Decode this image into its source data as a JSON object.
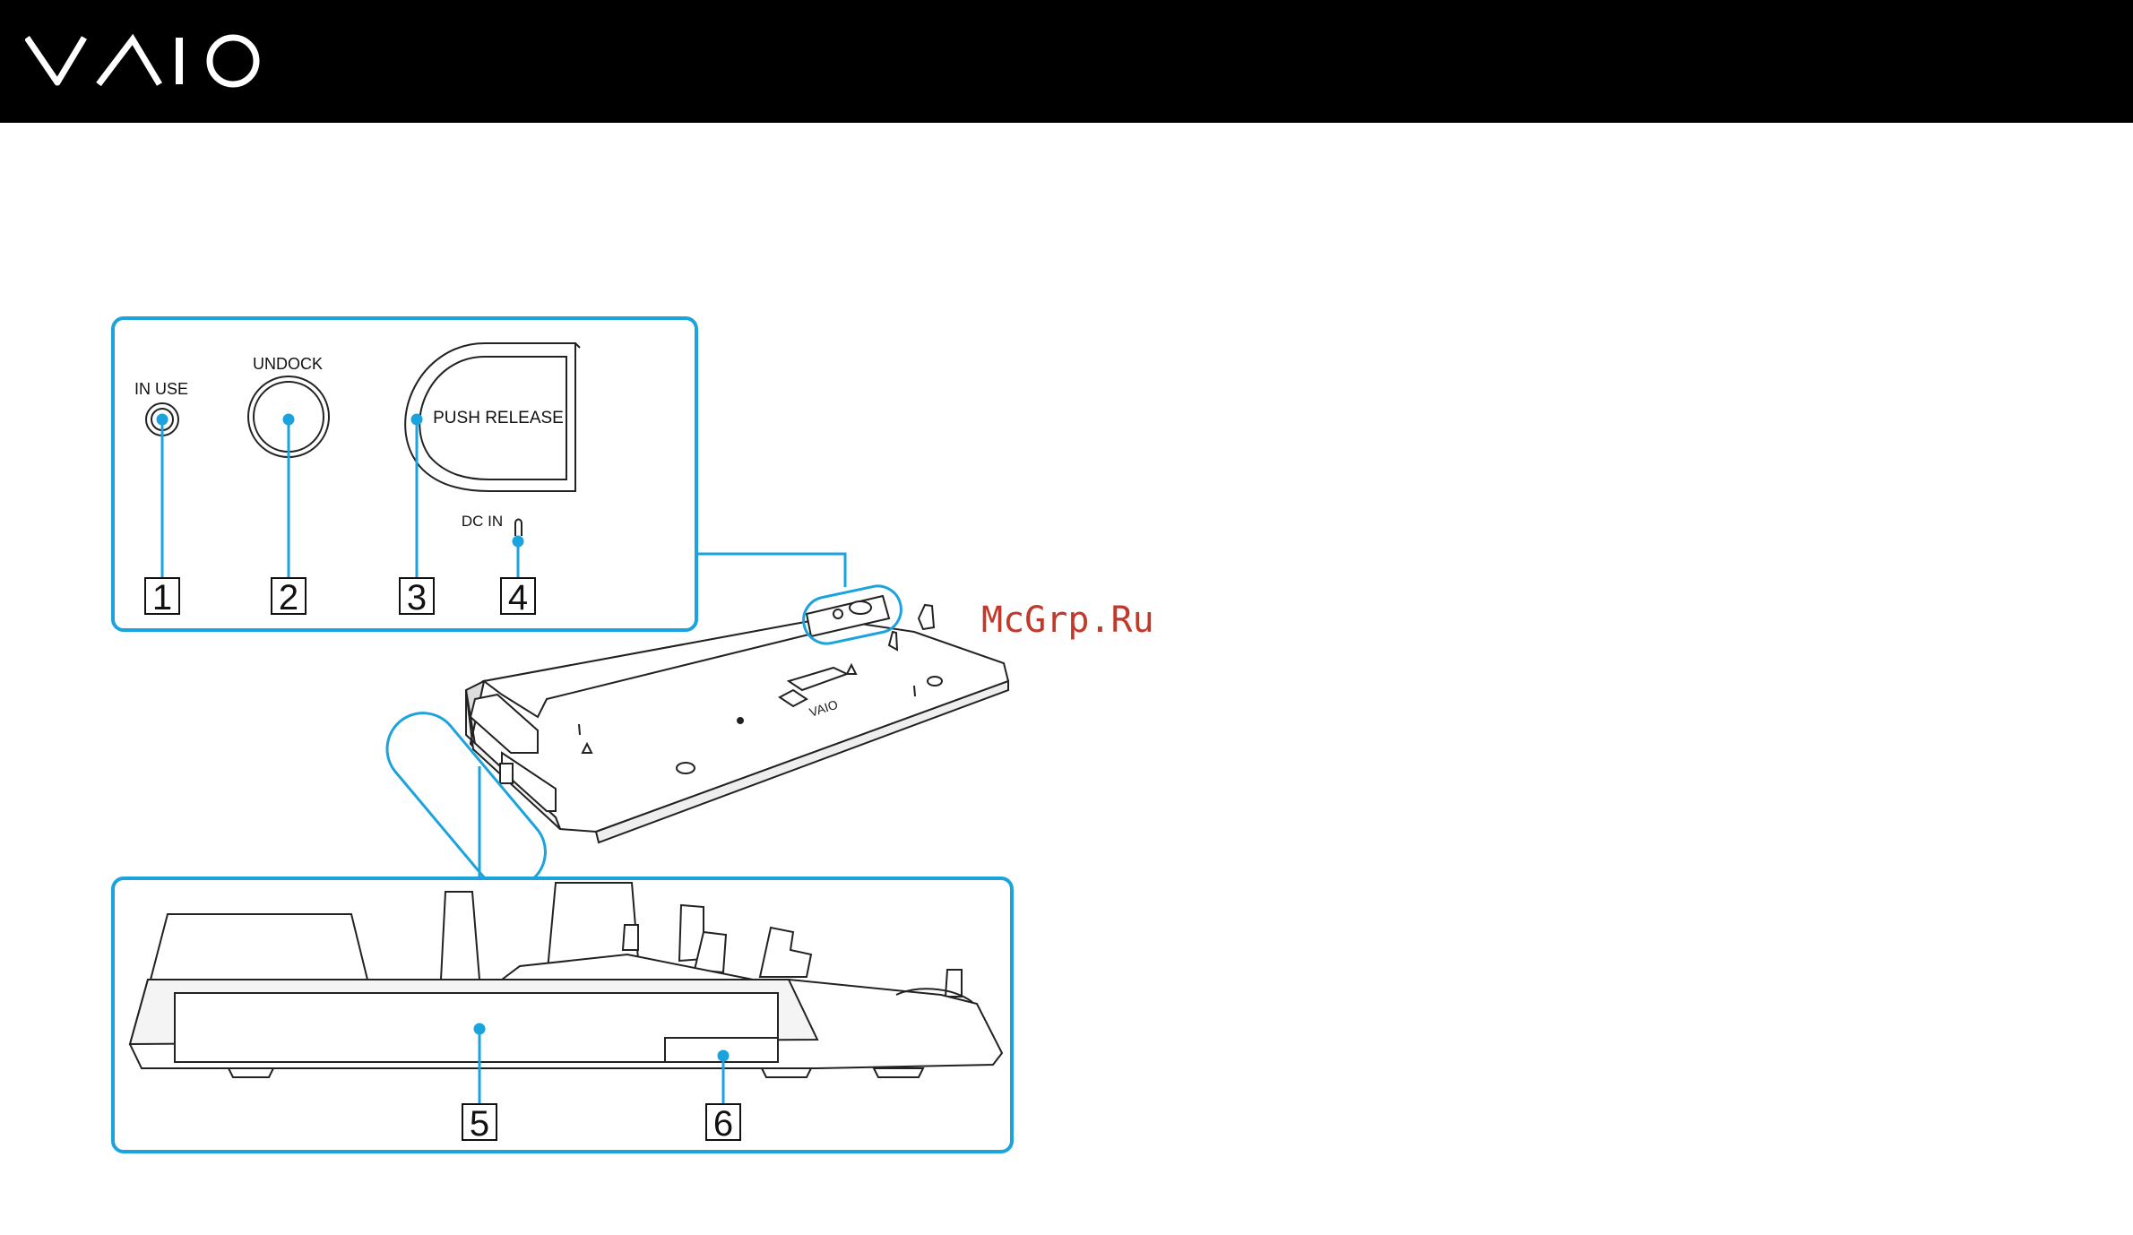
{
  "header": {
    "logo": "VAIO",
    "logo_icon": "vaio-logo",
    "background": "#000000"
  },
  "accent_color": "#1aa3dd",
  "top_panel": {
    "in_use_label": "IN USE",
    "undock_label": "UNDOCK",
    "push_release_label": "PUSH RELEASE",
    "dc_in_label": "DC IN",
    "callouts": [
      "1",
      "2",
      "3",
      "4"
    ]
  },
  "bottom_panel": {
    "callouts": [
      "5",
      "6"
    ]
  },
  "watermark": "McGrp.Ru"
}
